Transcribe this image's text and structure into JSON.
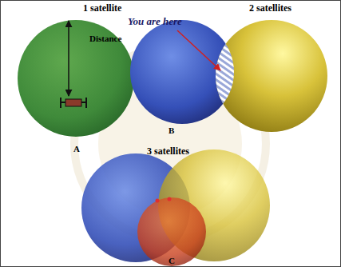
{
  "diagram": {
    "labels": [
      "1 satellite",
      "Distance",
      "A",
      "2 satellites",
      "You are here",
      "B",
      "3 satellites",
      "C"
    ]
  }
}
